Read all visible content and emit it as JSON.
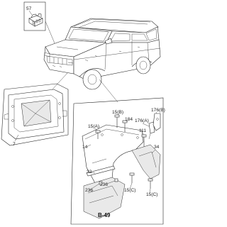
{
  "callouts": {
    "c57": "57",
    "c7": "7",
    "c15b": "15(B)",
    "c184": "184",
    "c15a": "15(A)",
    "c176a": "176(A)",
    "c176b": "176(B)",
    "c111": "111",
    "c14": "14",
    "c34": "34",
    "c32": "32",
    "c236a": "236",
    "c236b": "236",
    "c15c1": "15(C)",
    "c15c2": "15(C)"
  },
  "page_ref": "B-49"
}
